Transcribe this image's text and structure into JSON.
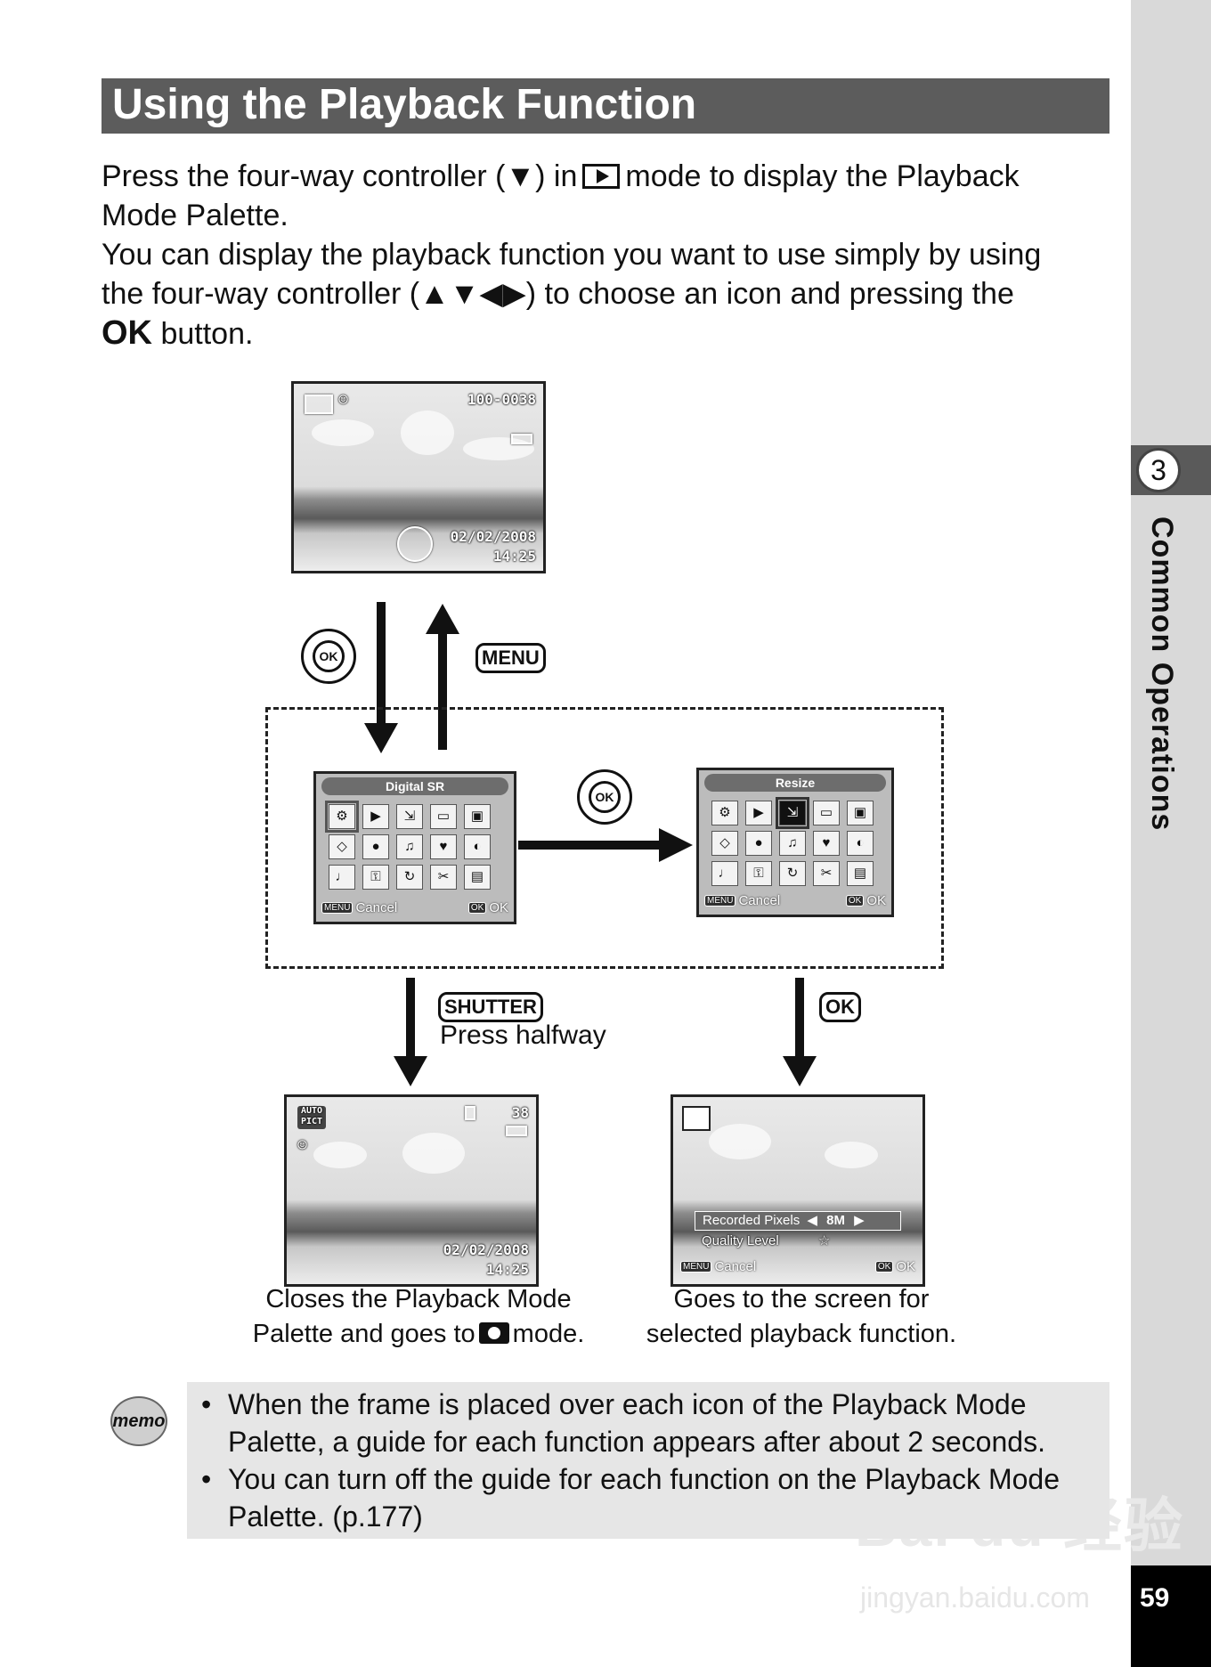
{
  "title": "Using the Playback Function",
  "intro": {
    "line1a": "Press the four-way controller (▼) in",
    "line1b": "mode to display the Playback",
    "line2": "Mode Palette.",
    "line3": "You can display the playback function you want to use simply by using",
    "line4": "the four-way controller (▲▼◀▶) to choose an icon and pressing the",
    "ok_label": "OK",
    "line5": "button."
  },
  "top_screen": {
    "file": "100-0038",
    "date": "02/02/2008",
    "time": "14:25"
  },
  "buttons": {
    "ok": "OK",
    "menu": "MENU",
    "shutter": "SHUTTER",
    "ok2": "OK"
  },
  "palette_left": {
    "title": "Digital SR",
    "cancel_key": "MENU",
    "cancel": "Cancel",
    "ok_key": "OK",
    "ok": "OK",
    "icons": [
      "⚙",
      "▶",
      "⇲",
      "▭",
      "▣",
      "◇",
      "●",
      "♫",
      "♥",
      "◐",
      "♩",
      "⚿",
      "↻",
      "✂",
      "▤"
    ]
  },
  "palette_right": {
    "title": "Resize",
    "cancel_key": "MENU",
    "cancel": "Cancel",
    "ok_key": "OK",
    "ok": "OK",
    "icons": [
      "⚙",
      "▶",
      "⇲",
      "▭",
      "▣",
      "◇",
      "●",
      "♫",
      "♥",
      "◐",
      "♩",
      "⚿",
      "↻",
      "✂",
      "▤"
    ]
  },
  "shutter_text": "Press halfway",
  "bottom_left_screen": {
    "mode": "AUTO PICT",
    "count": "38",
    "date": "02/02/2008",
    "time": "14:25"
  },
  "bottom_right_screen": {
    "recorded_pixels": "Recorded Pixels",
    "pixels_value": "8M",
    "quality_level": "Quality Level",
    "quality_value": "☆",
    "cancel_key": "MENU",
    "cancel": "Cancel",
    "ok_key": "OK",
    "ok": "OK"
  },
  "caption_left": {
    "line1": "Closes the Playback Mode",
    "line2a": "Palette and goes to",
    "line2b": "mode."
  },
  "caption_right": {
    "line1": "Goes to the screen for",
    "line2": "selected playback function."
  },
  "memo": {
    "icon_label": "memo",
    "bullet": "•",
    "item1_line1": "When the frame is placed over each icon of the Playback Mode",
    "item1_line2": "Palette, a guide for each function appears after about 2 seconds.",
    "item2_line1": "You can turn off the guide for each function on the Playback Mode",
    "item2_line2": "Palette. (p.177)"
  },
  "sidebar": {
    "chapter": "3",
    "chapter_title": "Common Operations",
    "page_number": "59"
  },
  "watermark": {
    "brand": "Bai du 经验",
    "url": "jingyan.baidu.com"
  }
}
